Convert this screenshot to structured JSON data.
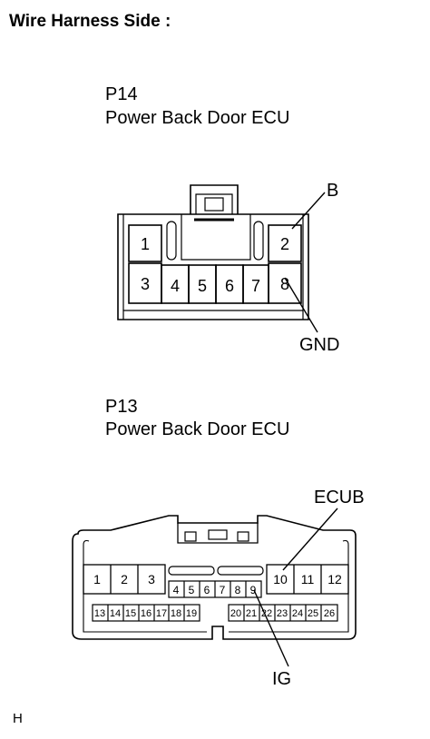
{
  "heading": "Wire Harness Side :",
  "connectors": [
    {
      "id": "P14",
      "name": "Power Back Door ECU",
      "pins_top": [
        "1",
        "2"
      ],
      "pins_bottom": [
        "3",
        "4",
        "5",
        "6",
        "7",
        "8"
      ],
      "callouts": [
        {
          "label": "B",
          "pin": "2"
        },
        {
          "label": "GND",
          "pin": "8"
        }
      ]
    },
    {
      "id": "P13",
      "name": "Power Back Door ECU",
      "pins_row1": [
        "1",
        "2",
        "3",
        "10",
        "11",
        "12"
      ],
      "pins_row2": [
        "4",
        "5",
        "6",
        "7",
        "8",
        "9"
      ],
      "pins_row3_left": [
        "13",
        "14",
        "15",
        "16",
        "17",
        "18",
        "19"
      ],
      "pins_row3_right": [
        "20",
        "21",
        "22",
        "23",
        "24",
        "25",
        "26"
      ],
      "callouts": [
        {
          "label": "ECUB",
          "pin": "10"
        },
        {
          "label": "IG",
          "pin": "9"
        }
      ]
    }
  ],
  "footer_code": "H"
}
